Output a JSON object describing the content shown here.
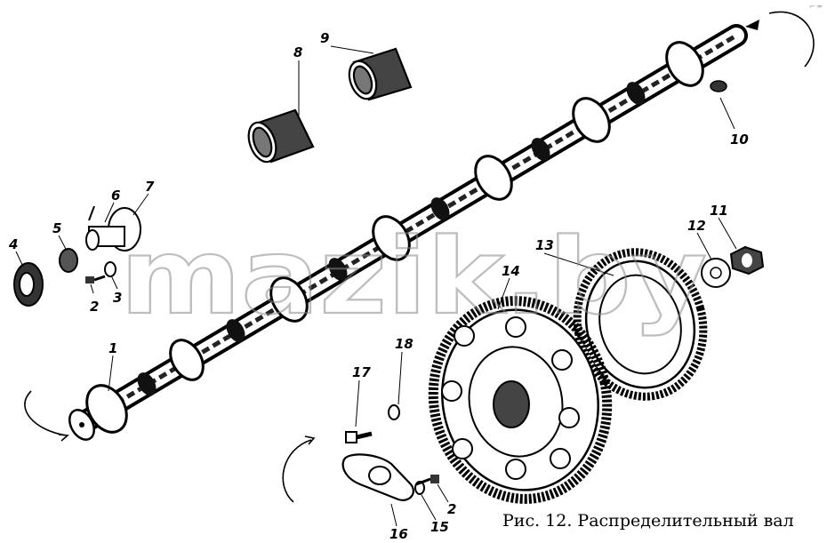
{
  "caption": "Рис. 12. Распределительный вал",
  "watermark": "mazik.by",
  "corner_mark": "⌐ ═",
  "callouts": [
    "1",
    "2",
    "2",
    "3",
    "4",
    "5",
    "6",
    "7",
    "8",
    "9",
    "10",
    "11",
    "12",
    "13",
    "14",
    "15",
    "16",
    "17",
    "18"
  ]
}
